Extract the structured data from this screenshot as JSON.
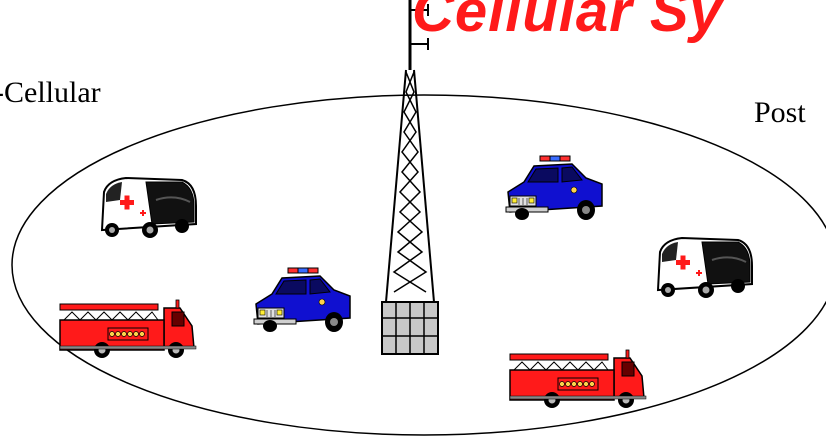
{
  "title": "Cellular Sy",
  "left_label": "-Cellular",
  "right_label": "Post",
  "colors": {
    "title": "#ff1a1a",
    "police_body": "#1010d0",
    "fire_truck": "#ff1a1a",
    "ambulance_body": "#ffffff",
    "tower_base": "#c8c8c8"
  },
  "icons": {
    "tower": "radio-tower-icon",
    "police": "police-car-icon",
    "ambulance": "ambulance-icon",
    "fire": "fire-truck-icon"
  }
}
